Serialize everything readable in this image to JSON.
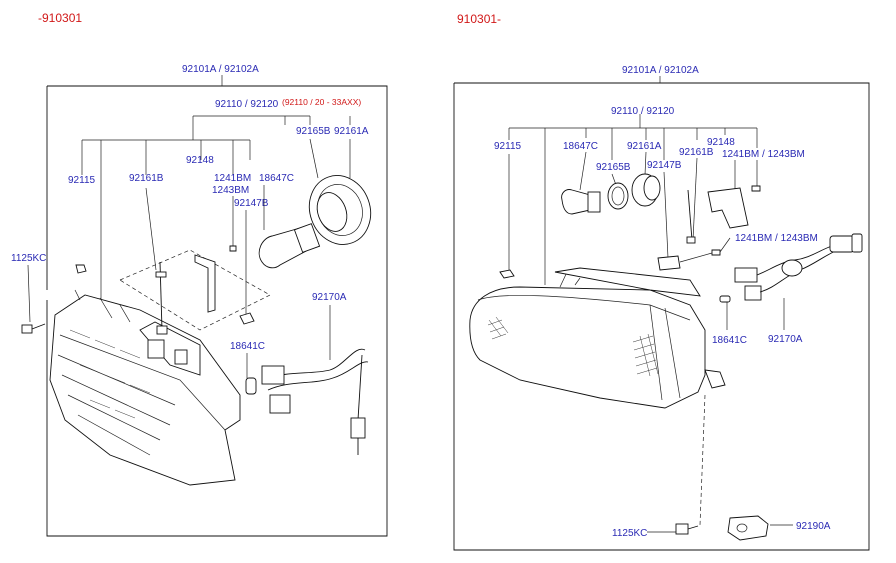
{
  "left_panel": {
    "date_range": "-910301",
    "labels": {
      "assy_top": "92101A / 92102A",
      "headlamp": "92110 / 92120",
      "headlamp_note": "(92110 / 20 - 33AXX)",
      "p92165B": "92165B",
      "p92161A": "92161A",
      "p92115": "92115",
      "p92161B": "92161B",
      "p92148": "92148",
      "p1241BM": "1241BM",
      "p1243BM": "1243BM",
      "p18647C": "18647C",
      "p92147B": "92147B",
      "p1125KC": "1125KC",
      "p92170A": "92170A",
      "p18641C": "18641C"
    }
  },
  "right_panel": {
    "date_range": "910301-",
    "labels": {
      "assy_top": "92101A / 92102A",
      "headlamp": "92110 / 92120",
      "p92115": "92115",
      "p18647C": "18647C",
      "p92161A": "92161A",
      "p92165B": "92165B",
      "p92147B": "92147B",
      "p92161B": "92161B",
      "p92148": "92148",
      "p1241BM_1243BM_a": "1241BM / 1243BM",
      "p1241BM_1243BM_b": "1241BM / 1243BM",
      "p18641C": "18641C",
      "p92170A": "92170A",
      "p1125KC": "1125KC",
      "p92190A": "92190A"
    }
  }
}
